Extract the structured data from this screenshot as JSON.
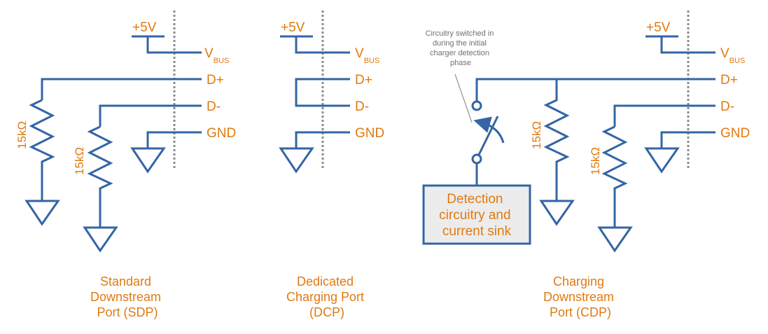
{
  "colors": {
    "wire": "#3465a4",
    "label": "#e07a10",
    "boundary": "#8c8c8c",
    "note": "#6f6f6f",
    "box_fill": "#ececec"
  },
  "pins": {
    "supply": "+5V",
    "vbus_main": "V",
    "vbus_sub": "BUS",
    "dplus": "D+",
    "dminus": "D-",
    "gnd": "GND"
  },
  "resistor_value": "15kΩ",
  "ports": [
    {
      "id": "sdp",
      "caption": [
        "Standard",
        "Downstream",
        "Port (SDP)"
      ]
    },
    {
      "id": "dcp",
      "caption": [
        "Dedicated",
        "Charging Port",
        "(DCP)"
      ]
    },
    {
      "id": "cdp",
      "caption": [
        "Charging",
        "Downstream",
        "Port (CDP)"
      ],
      "note": [
        "Circuitry switched in",
        "during the initial",
        "charger detection",
        "phase"
      ],
      "detection_box": [
        "Detection",
        "circuitry and",
        "current sink"
      ]
    }
  ]
}
